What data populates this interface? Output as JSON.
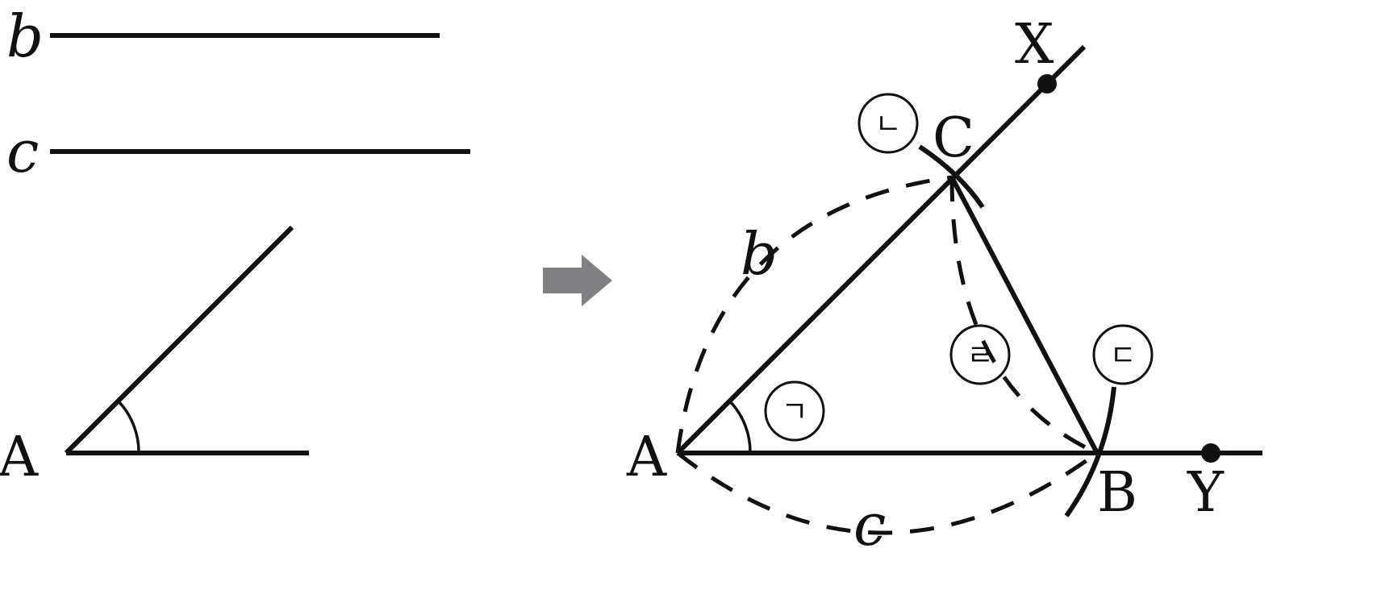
{
  "given": {
    "segment_b_label": "b",
    "segment_c_label": "c",
    "angle_vertex_label": "A"
  },
  "construction": {
    "point_labels": {
      "A": "A",
      "B": "B",
      "C": "C",
      "X": "X",
      "Y": "Y"
    },
    "length_labels": {
      "b": "b",
      "c": "c"
    },
    "step_markers": [
      "ㄱ",
      "ㄴ",
      "ㄷ",
      "ㄹ"
    ]
  },
  "colors": {
    "ink": "#111111",
    "arrow": "#808083",
    "background": "#ffffff"
  },
  "icons": {
    "transition": "right-arrow-icon"
  }
}
